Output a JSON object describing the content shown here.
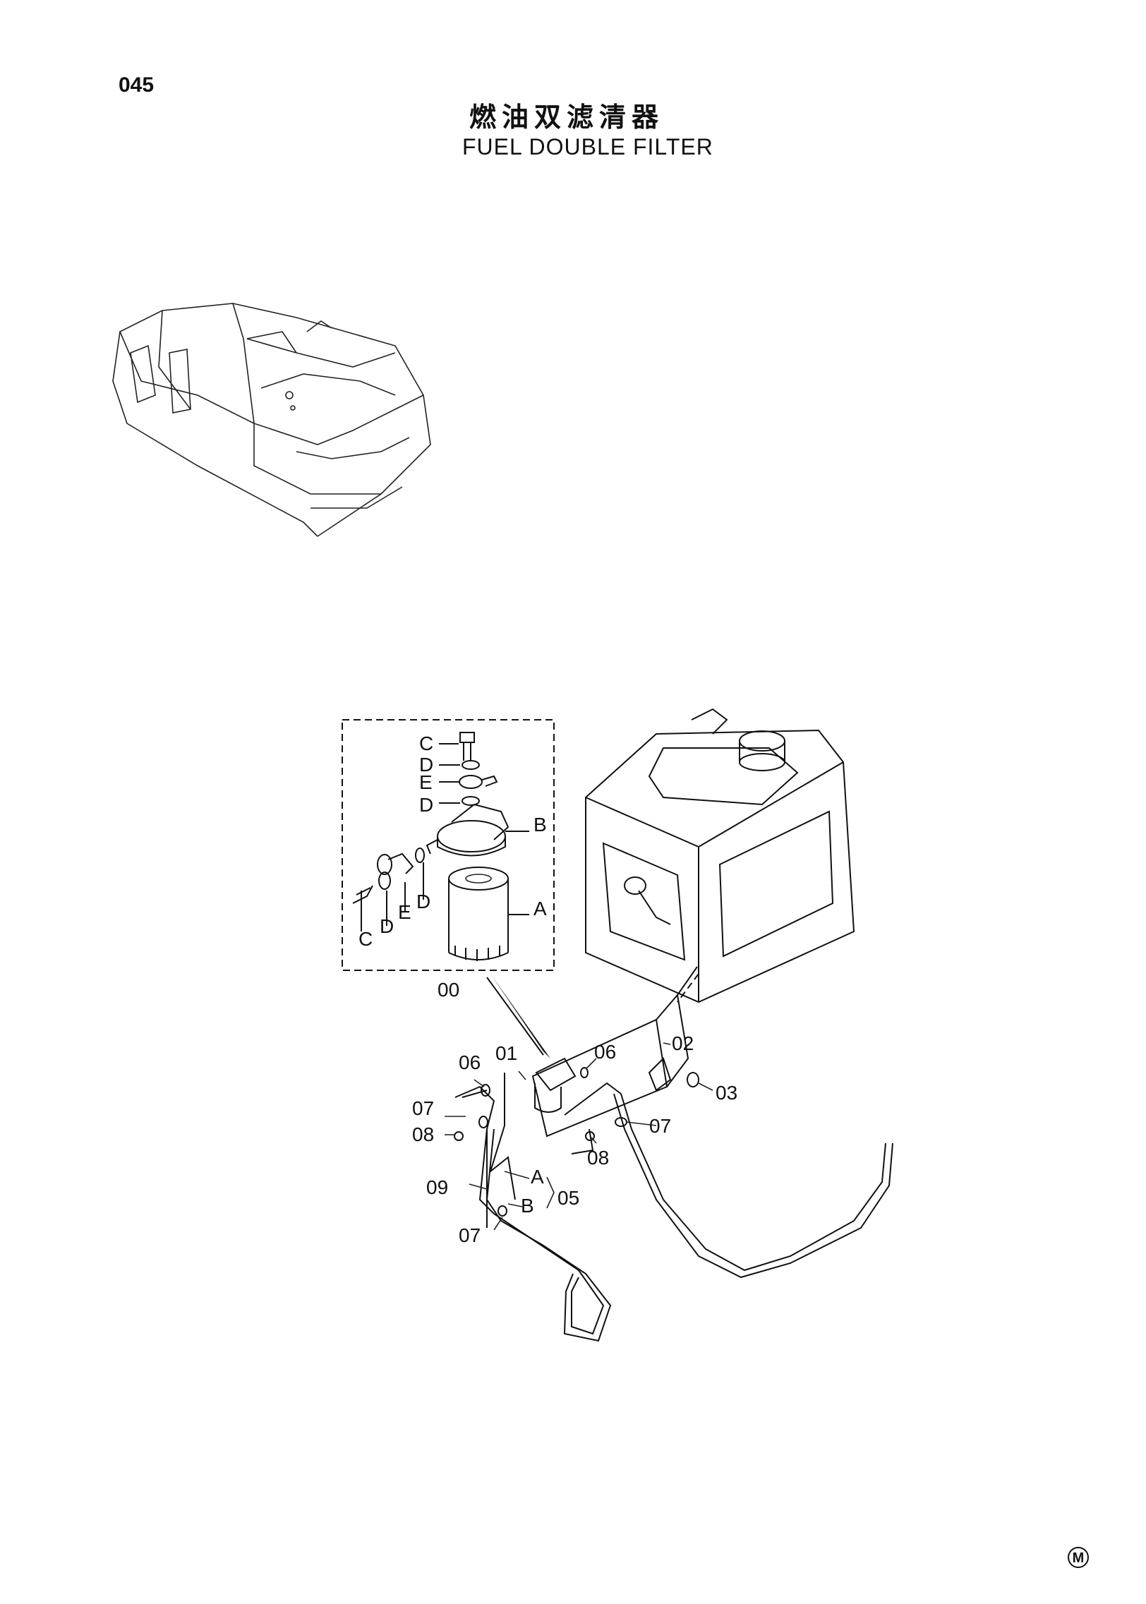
{
  "page": {
    "number": "045",
    "title_cn": "燃油双滤清器",
    "title_en": "FUEL DOUBLE FILTER"
  },
  "detail_labels": {
    "c1": "C",
    "d1": "D",
    "e1": "E",
    "d2": "D",
    "b": "B",
    "a": "A",
    "c2": "C",
    "d3": "D",
    "e2": "E",
    "d4": "D"
  },
  "callouts": {
    "p00": "00",
    "p01": "01",
    "p02": "02",
    "p03": "03",
    "p05": "05",
    "p06a": "06",
    "p06b": "06",
    "p07a": "07",
    "p07b": "07",
    "p07c": "07",
    "p08a": "08",
    "p08b": "08",
    "p09": "09",
    "hose_a": "A",
    "hose_b": "B"
  },
  "mark": "M"
}
